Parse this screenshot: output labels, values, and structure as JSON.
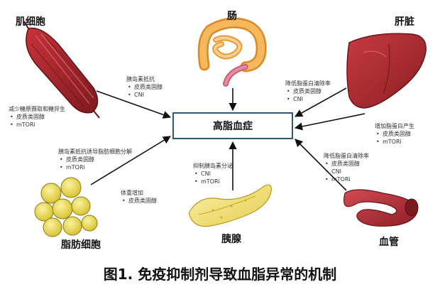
{
  "organs": {
    "muscle": "肌细胞",
    "intestine": "肠",
    "liver": "肝脏",
    "adipocyte": "脂肪细胞",
    "pancreas": "胰腺",
    "vessel": "血管"
  },
  "center": "高脂血症",
  "caption": "图1. 免疫抑制剂导致血脂异常的机制",
  "notes": {
    "muscle_left": {
      "heading": "减少糖原摄取和糖异生",
      "items": [
        "皮质类固醇",
        "mTORi"
      ]
    },
    "muscle_arrow": {
      "heading": "胰岛素抵抗",
      "items": [
        "皮质类固醇",
        "CNI"
      ]
    },
    "liver_upper": {
      "heading": "降低脂蛋白清除率",
      "items": [
        "皮质类固醇",
        "CNI"
      ]
    },
    "liver_lower": {
      "heading": "增加脂蛋白产生",
      "items": [
        "皮质类固醇",
        "mTORi"
      ]
    },
    "adipocyte_upper": {
      "heading": "胰岛素抵抗诱导脂肪细胞分解",
      "items": [
        "皮质类固醇",
        "mTORi"
      ]
    },
    "adipocyte_lower": {
      "heading": "体重增加",
      "items": [
        "皮质类固醇"
      ]
    },
    "pancreas": {
      "heading": "抑制胰岛素分泌",
      "items": [
        "CNI",
        "mTORi"
      ]
    },
    "vessel": {
      "heading": "降低脂蛋白清除率",
      "items": [
        "皮质类固醇",
        "CNI",
        "mTORi"
      ]
    }
  },
  "colors": {
    "box_border": "#2e5a7a",
    "muscle": "#9b2226",
    "intestine": "#f2a93b",
    "liver": "#a8282d",
    "adipocyte": "#e8d545",
    "pancreas": "#f4e27a",
    "vessel": "#b7303a"
  }
}
